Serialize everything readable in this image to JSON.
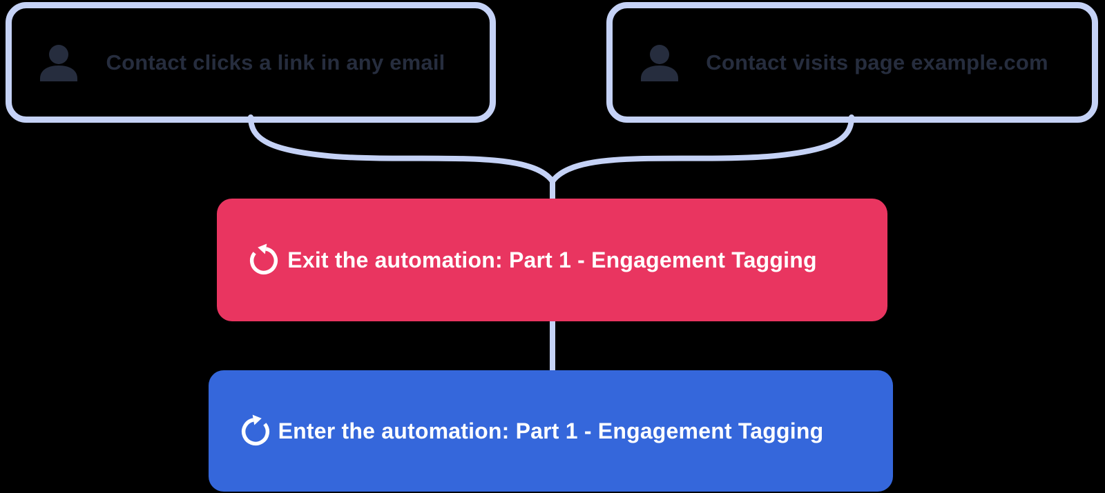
{
  "diagram": {
    "triggers": [
      {
        "label": "Contact clicks a link in any email",
        "icon": "person-icon"
      },
      {
        "label": "Contact visits page example.com",
        "icon": "person-icon"
      }
    ],
    "actions": [
      {
        "label": "Exit the automation: Part 1 - Engagement Tagging",
        "icon": "rotate-ccw-icon"
      },
      {
        "label": "Enter the automation: Part 1 - Engagement Tagging",
        "icon": "rotate-cw-icon"
      }
    ],
    "colors": {
      "background": "#000000",
      "trigger-border": "#c5d2f6",
      "trigger-text": "#262d3e",
      "connector": "#c5d2f6",
      "action-exit-bg": "#e93560",
      "action-enter-bg": "#3567db",
      "action-text": "#ffffff"
    }
  }
}
